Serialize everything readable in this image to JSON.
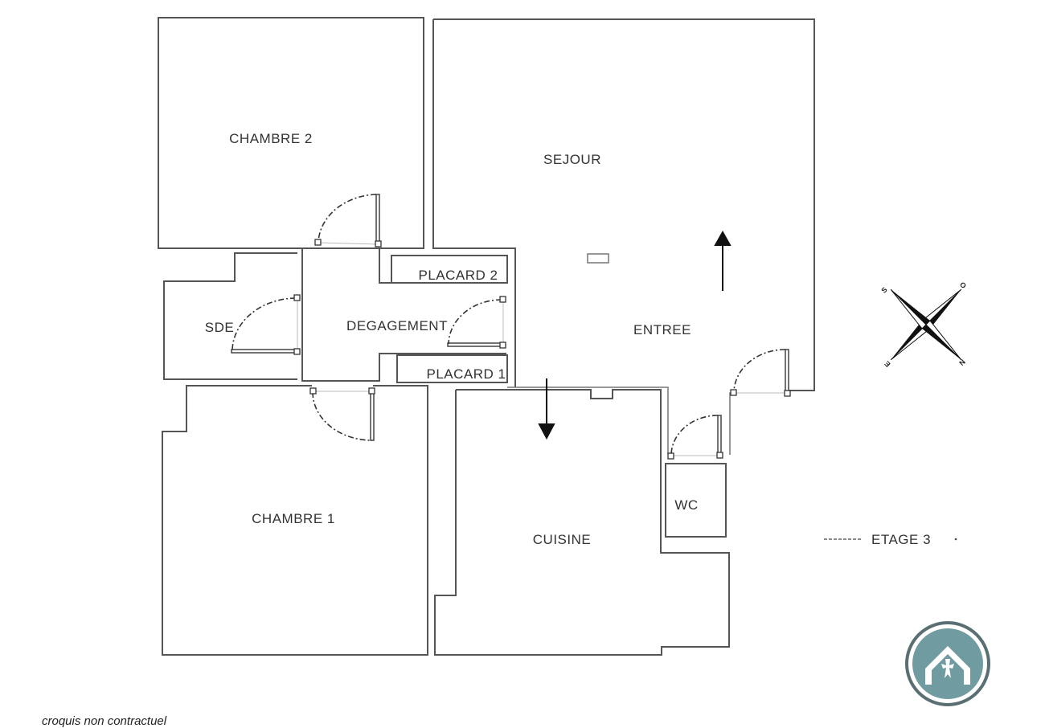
{
  "rooms": {
    "chambre_2": "CHAMBRE 2",
    "sejour": "SEJOUR",
    "placard_2": "PLACARD 2",
    "sde": "SDE",
    "degagement": "DEGAGEMENT",
    "entree": "ENTREE",
    "placard_1": "PLACARD 1",
    "chambre_1": "CHAMBRE 1",
    "cuisine": "CUISINE",
    "wc": "WC"
  },
  "legend": {
    "floor": "ETAGE 3"
  },
  "compass": {
    "south": "S",
    "west": "O",
    "east": "E",
    "north": "N"
  },
  "caption": "croquis non contractuel",
  "logo": {
    "icon": "house-ermine-logo",
    "ring_color": "#5a6f74",
    "fill_color": "#6f9ba1"
  }
}
